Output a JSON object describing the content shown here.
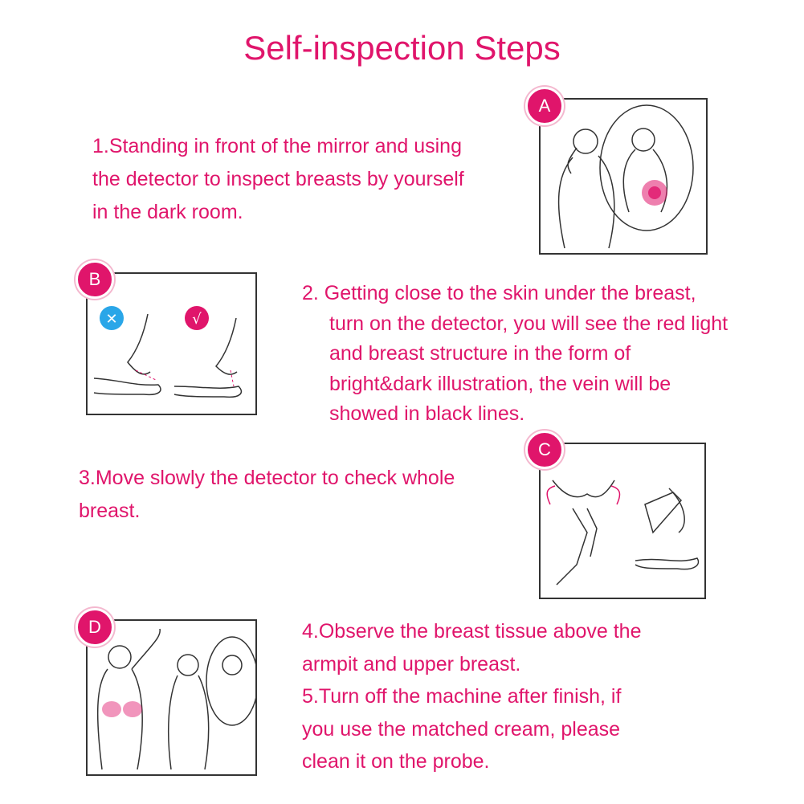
{
  "title": "Self-inspection Steps",
  "steps": {
    "step1": [
      "1.Standing in front of the mirror and using",
      "the detector to inspect breasts by yourself",
      "in the dark room."
    ],
    "step2": [
      "2. Getting close to the skin under the breast,",
      "turn on the detector, you will see the red light",
      "and breast structure in the form of",
      "bright&dark illustration, the vein will be",
      "showed in black lines."
    ],
    "step3": [
      "3.Move slowly the detector to check whole",
      "breast."
    ],
    "step45": [
      "4.Observe the breast tissue above the",
      "armpit and upper breast.",
      "5.Turn off the machine after finish, if",
      "you use the matched cream, please",
      "clean it on the probe."
    ]
  },
  "badges": {
    "a": "A",
    "b": "B",
    "c": "C",
    "d": "D"
  },
  "marks": {
    "wrong": "✕",
    "right": "√"
  },
  "colors": {
    "accent": "#e0156b",
    "wrong_mark": "#2aa6e8",
    "line": "#333333"
  }
}
